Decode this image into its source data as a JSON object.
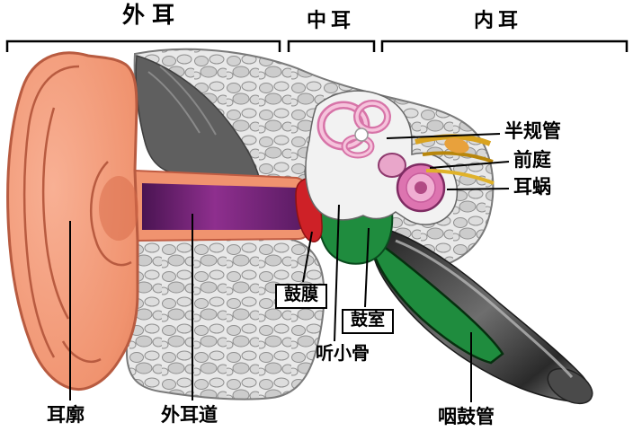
{
  "sections": [
    {
      "id": "outer-ear",
      "label": "外耳"
    },
    {
      "id": "middle-ear",
      "label": "中耳"
    },
    {
      "id": "inner-ear",
      "label": "内耳"
    }
  ],
  "parts": {
    "semicircular_canals": "半规管",
    "vestibule": "前庭",
    "cochlea": "耳蜗",
    "tympanic_membrane": "鼓膜",
    "tympanic_cavity": "鼓室",
    "ossicles": "听小骨",
    "auricle": "耳廓",
    "external_auditory_canal": "外耳道",
    "eustachian_tube": "咽鼓管"
  },
  "colors": {
    "background": "#ffffff",
    "auricle_skin": "#f0936f",
    "ear_canal_purple": "#8e2f8e",
    "tympanic_membrane_red": "#ce2127",
    "tympanic_cavity_green": "#1f8c3e",
    "inner_ear_pink": "#dd74b0",
    "nerve_yellow": "#d9a31f",
    "bone_gray": "#d7d7d7",
    "dark_bone": "#2a2a2a",
    "line_black": "#000000"
  }
}
